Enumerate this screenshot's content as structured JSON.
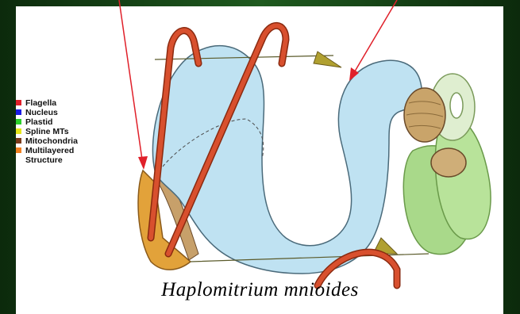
{
  "legend": {
    "items": [
      {
        "label": "Flagella",
        "color": "#e0202a"
      },
      {
        "label": "Nucleus",
        "color": "#1a1ae6"
      },
      {
        "label": "Plastid",
        "color": "#2ad12a"
      },
      {
        "label": "Spline MTs",
        "color": "#e6e61a"
      },
      {
        "label": "Mitochondria",
        "color": "#7a3a1a"
      },
      {
        "label": "Multilayered\nStructure",
        "color": "#f08020"
      }
    ]
  },
  "caption": "Haplomitrium mnioides",
  "colors": {
    "background": "#1a4a1a",
    "nucleus_fill": "#b9dff0",
    "flagella": "#d8402a",
    "plastid": "#9fd07a",
    "mitochondria": "#c9a46a",
    "multilayered": "#e0a030",
    "arrows": "#e0202a"
  }
}
